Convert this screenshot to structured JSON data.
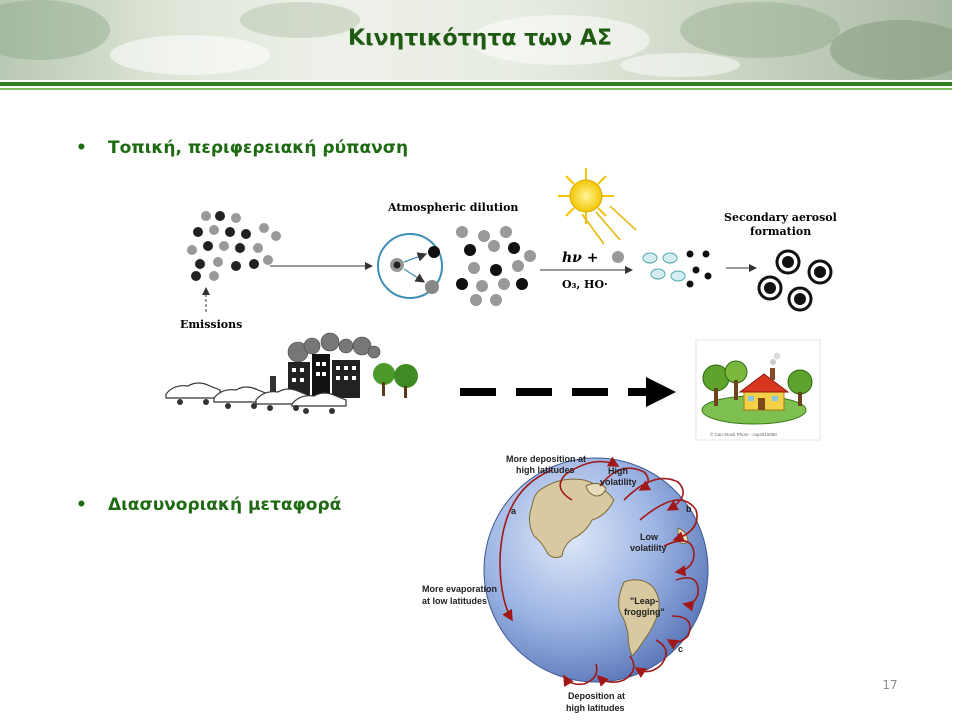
{
  "slide": {
    "title": "Κινητικότητα των ΑΣ",
    "page_number": "17"
  },
  "bullets": [
    {
      "marker": "•",
      "text": "Τοπική, περιφερειακή ρύπανση"
    },
    {
      "marker": "•",
      "text": "Διασυνοριακή μεταφορά"
    }
  ],
  "aerosol_diagram": {
    "atmospheric_dilution": "Atmospheric dilution",
    "secondary_aerosol_line1": "Secondary aerosol",
    "secondary_aerosol_line2": "formation",
    "emissions": "Emissions",
    "hv": "hν +",
    "oxidants": "O₃, HO·",
    "copyright": "© Can Stock Photo - csp4016080"
  },
  "globe_diagram": {
    "more_deposition_line1": "More deposition at",
    "more_deposition_line2": "high latitudes",
    "high_volatility_line1": "High",
    "high_volatility_line2": "volatility",
    "low_volatility_line1": "Low",
    "low_volatility_line2": "volatility",
    "more_evaporation_line1": "More evaporation",
    "more_evaporation_line2": "at low latitudes",
    "leapfrogging_line1": "\"Leap-",
    "leapfrogging_line2": "frogging\"",
    "deposition_line1": "Deposition at",
    "deposition_line2": "high latitudes",
    "label_a": "a",
    "label_b": "b",
    "label_c": "c"
  }
}
